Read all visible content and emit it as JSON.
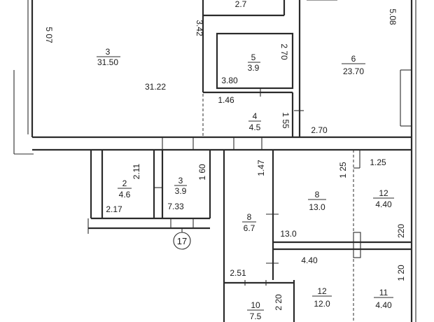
{
  "rooms": {
    "room_top_partial": {
      "area": "2.7"
    },
    "room_3_main": {
      "number": "3",
      "area": "31.50"
    },
    "room_5": {
      "number": "5",
      "area": "3.9"
    },
    "room_6": {
      "number": "6",
      "area": "23.70"
    },
    "room_4": {
      "number": "4",
      "area": "4.5"
    },
    "room_2": {
      "number": "2",
      "area": "4.6"
    },
    "room_3_small": {
      "number": "3",
      "area": "3.9"
    },
    "room_8_hall": {
      "number": "8",
      "area": "6.7"
    },
    "room_8": {
      "number": "8",
      "area": "13.0"
    },
    "room_12_upper": {
      "number": "12",
      "area": "4.40"
    },
    "room_12_lower": {
      "number": "12",
      "area": "12.0"
    },
    "room_11": {
      "number": "11",
      "area": "4.40"
    },
    "room_10": {
      "number": "10",
      "area": "7.5"
    }
  },
  "dimensions": {
    "d_507": "5 07",
    "d_342": "3.42",
    "d_3122": "31.22",
    "d_270_v": "2 70",
    "d_380": "3.80",
    "d_146": "1.46",
    "d_155": "1 55",
    "d_270_h": "2.70",
    "d_508": "5.08",
    "d_211": "2.11",
    "d_160": "1 60",
    "d_217": "2.17",
    "d_733": "7.33",
    "d_147": "1.47",
    "d_125_v": "1 25",
    "d_125_h": "1.25",
    "d_130": "13.0",
    "d_440": "4.40",
    "d_220_v": "220",
    "d_120": "1 20",
    "d_251": "2.51",
    "d_220_l": "2 20"
  },
  "marker": {
    "label": "17"
  }
}
